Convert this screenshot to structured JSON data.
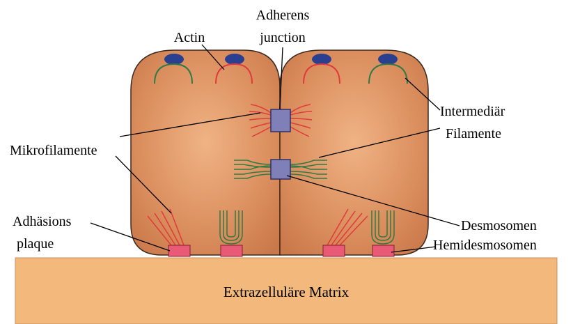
{
  "labels": {
    "actin": "Actin",
    "adherens_junction_line1": "Adherens",
    "adherens_junction_line2": "junction",
    "intermediaer_line1": "Intermediär",
    "intermediaer_line2": "Filamente",
    "mikrofilamente": "Mikrofilamente",
    "adhaesions_line1": "Adhäsions",
    "adhaesions_line2": "plaque",
    "desmosomen": "Desmosomen",
    "hemidesmosomen": "Hemidesmosomen",
    "matrix": "Extrazelluläre Matrix"
  },
  "colors": {
    "cell_fill": "#d8895a",
    "cell_outline": "#3a2a20",
    "matrix_fill": "#f2b87c",
    "nucleus": "#2a3f8f",
    "actin": "#e03a3a",
    "intermediate": "#2f7a45",
    "junction_box": "#8080b8",
    "plaque": "#e85a75"
  }
}
